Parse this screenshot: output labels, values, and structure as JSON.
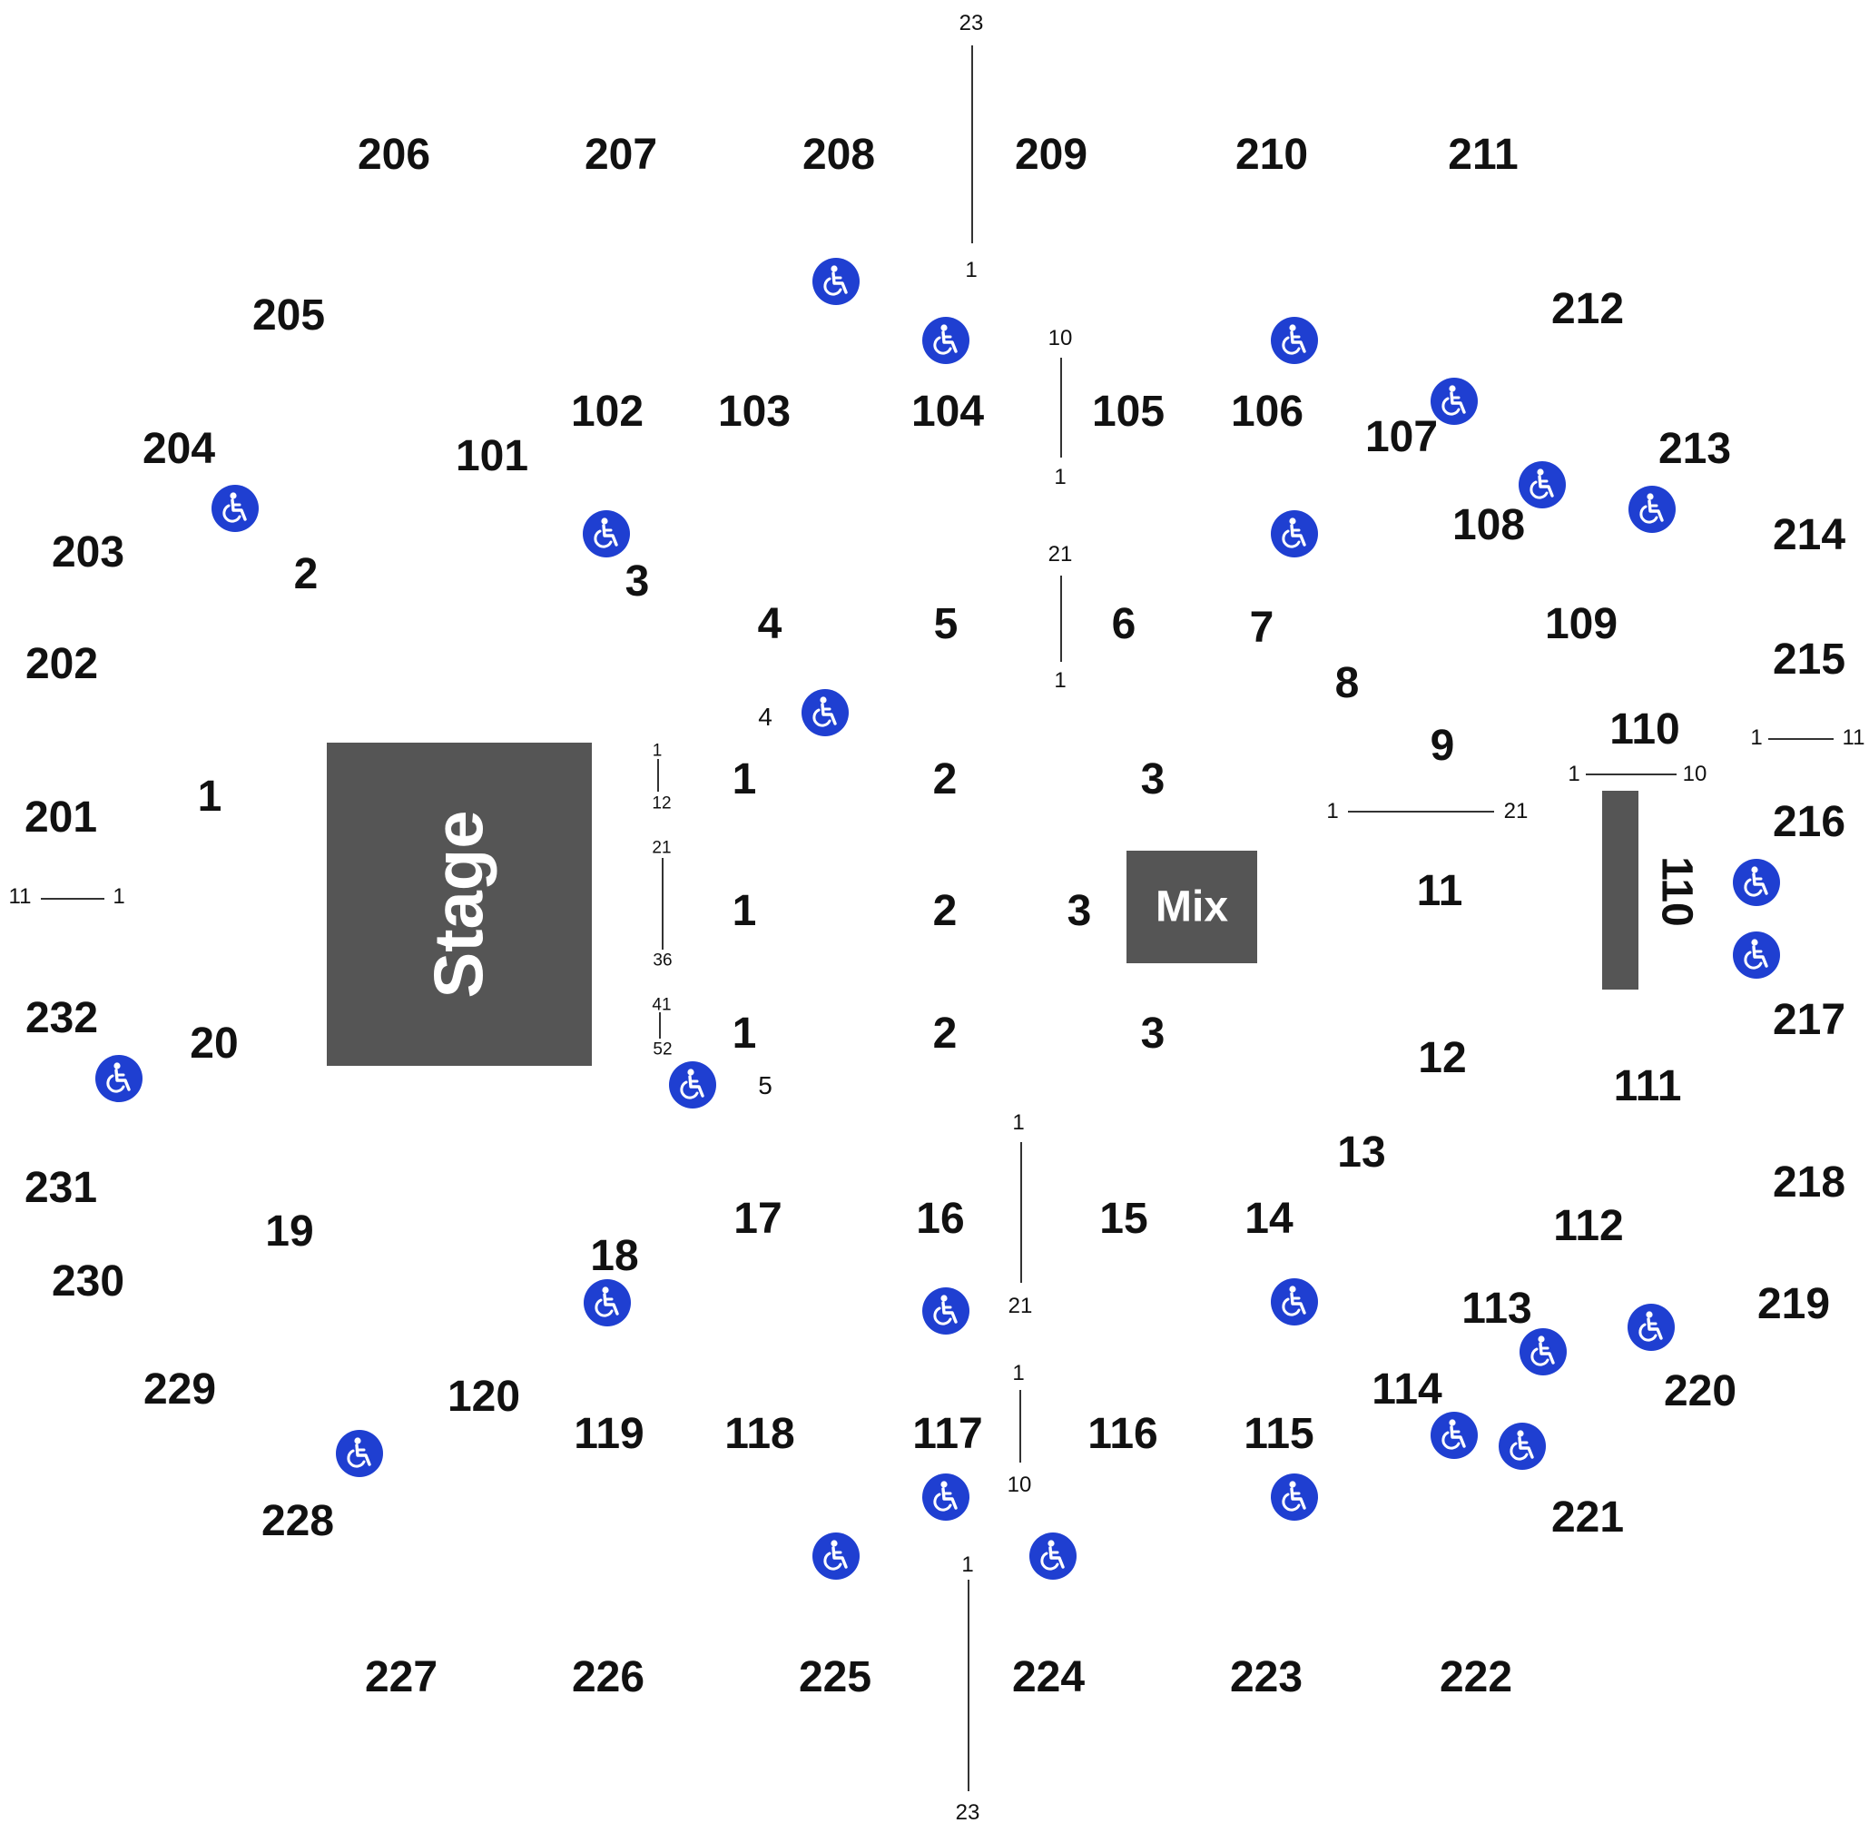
{
  "stage": {
    "label": "Stage"
  },
  "mix": {
    "label": "Mix"
  },
  "sections_200": [
    "201",
    "202",
    "203",
    "204",
    "205",
    "206",
    "207",
    "208",
    "209",
    "210",
    "211",
    "212",
    "213",
    "214",
    "215",
    "216",
    "217",
    "218",
    "219",
    "220",
    "221",
    "222",
    "223",
    "224",
    "225",
    "226",
    "227",
    "228",
    "229",
    "230",
    "231",
    "232"
  ],
  "sections_100": [
    "101",
    "102",
    "103",
    "104",
    "105",
    "106",
    "107",
    "108",
    "109",
    "110",
    "111",
    "112",
    "113",
    "114",
    "115",
    "116",
    "117",
    "118",
    "119",
    "120"
  ],
  "floor_sections": [
    "1",
    "2",
    "3",
    "4",
    "5",
    "6",
    "7",
    "8",
    "9",
    "11",
    "12",
    "13",
    "14",
    "15",
    "16",
    "17",
    "18",
    "19",
    "20"
  ],
  "floor_blocks": {
    "col1": "1",
    "col2": "2",
    "col3": "3"
  },
  "side_110": "110",
  "row_markers": {
    "top_23": "23",
    "top_1": "1",
    "bottom_1": "1",
    "bottom_23": "23",
    "r105_10": "10",
    "r105_1": "1",
    "r6_21": "21",
    "r6_1": "1",
    "stage_1": "1",
    "stage_12": "12",
    "stage_21": "21",
    "stage_36": "36",
    "stage_41": "41",
    "stage_52": "52",
    "small_4": "4",
    "small_5": "5",
    "r9_1": "1",
    "r9_21": "21",
    "r110_1": "1",
    "r110_10": "10",
    "r215_1": "1",
    "r215_11": "11",
    "r201_11": "11",
    "r201_1": "1",
    "r16_1": "1",
    "r16_21": "21",
    "r117_1": "1",
    "r117_10": "10"
  },
  "icons": {
    "accessible": "wheelchair-icon",
    "accent": "#1f3fd1",
    "block_color": "#555555"
  }
}
